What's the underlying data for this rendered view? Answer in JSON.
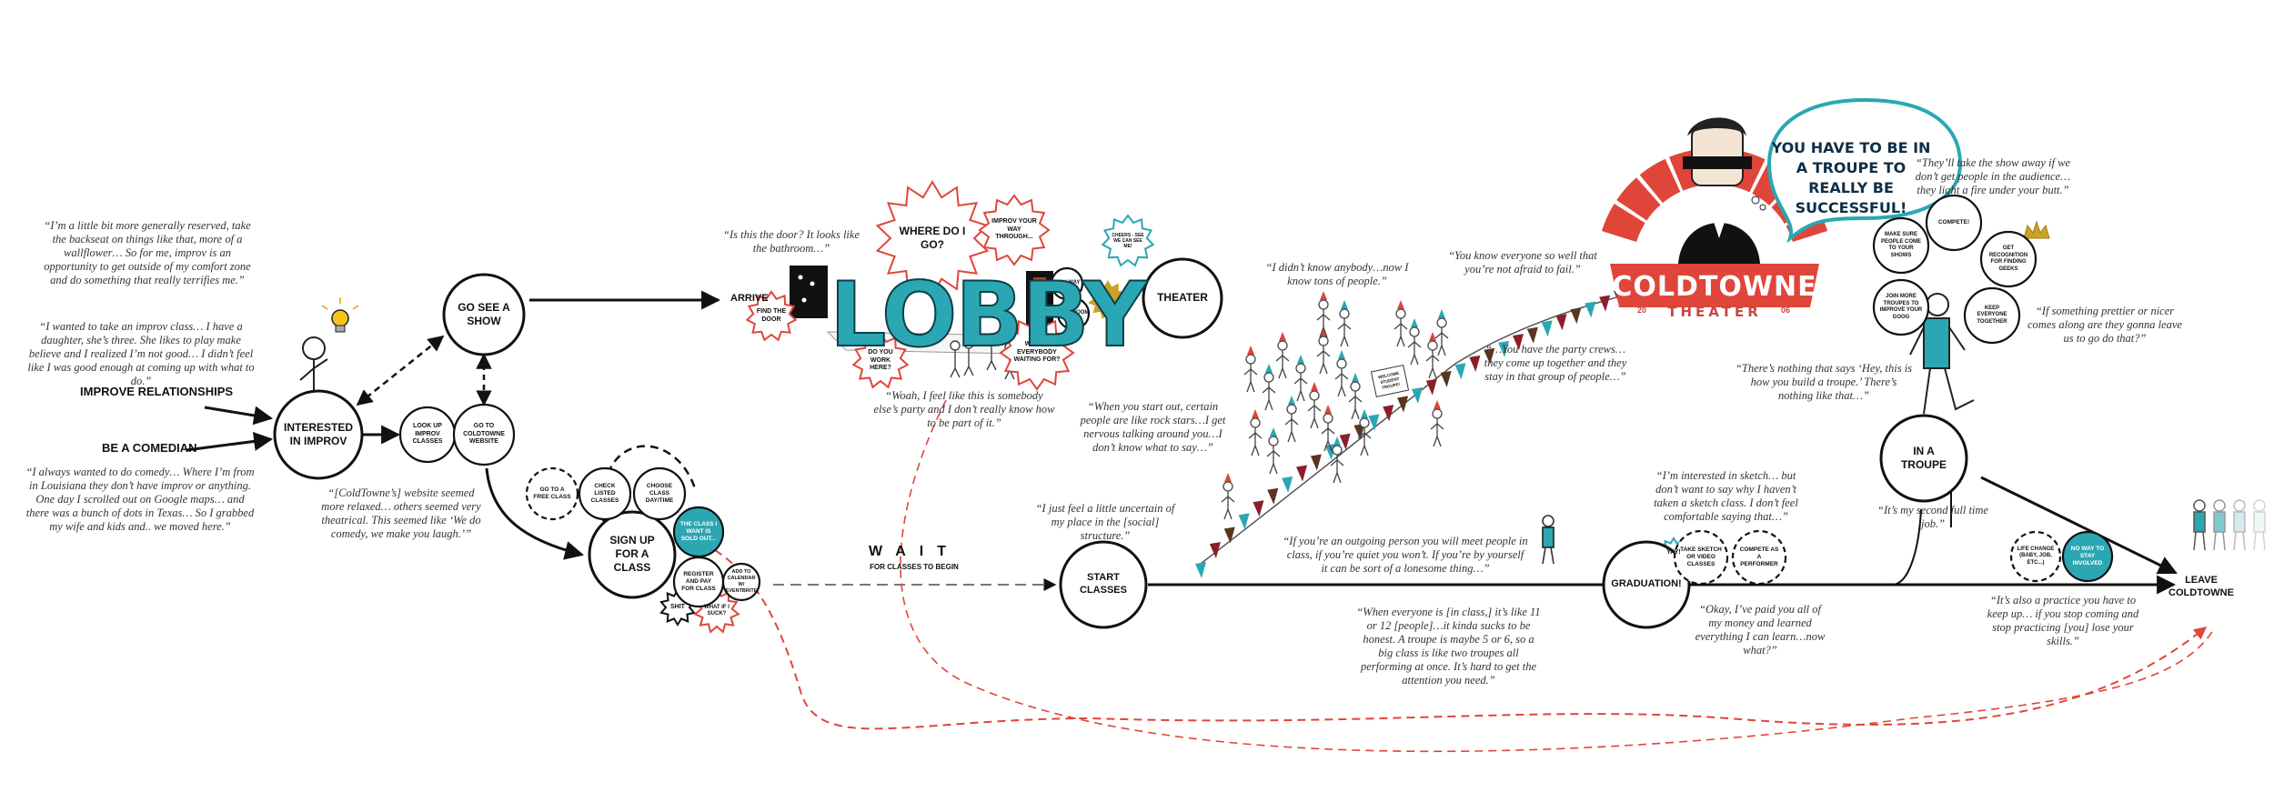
{
  "nodes": {
    "interested_improv": "INTERESTED IN IMPROV",
    "go_see_show": "GO SEE A SHOW",
    "look_up_classes": "LOOK UP IMPROV CLASSES",
    "go_website": "GO TO COLDTOWNE WEBSITE",
    "sign_up": "SIGN UP FOR A CLASS",
    "free_class": "GO TO A FREE CLASS",
    "check_classes": "CHECK LISTED CLASSES",
    "choose_class": "CHOOSE CLASS DAY/TIME",
    "sold_out": "THE CLASS I WANT IS SOLD OUT...",
    "register_pay": "REGISTER AND PAY FOR CLASS",
    "add_calendar": "ADD TO CALENDAR W/ EVENTBRITE",
    "arrive": "ARRIVE",
    "find_door": "FIND THE DOOR",
    "where_go": "WHERE DO I GO?",
    "improv_way": "IMPROV YOUR WAY THROUGH...",
    "do_you_work": "DO YOU WORK HERE?",
    "whats_everybody": "WHAT'S EVERYBODY WAITING FOR?",
    "hallway": "HALLWAY",
    "bathroom": "BATHROOM",
    "cheers": "CHEERS - SEE WE CAN SEE ME!",
    "theater": "THEATER",
    "start_classes": "START CLASSES",
    "graduation": "GRADUATION!",
    "yay": "YAY!",
    "take_sketch": "TAKE SKETCH OR VIDEO CLASSES",
    "compete": "COMPETE AS A PERFORMER",
    "in_troupe": "IN A TROUPE",
    "make_sure": "MAKE SURE PEOPLE COME TO YOUR SHOWS",
    "compete2": "COMPETE!",
    "get_recognition": "GET RECOGNITION FOR FINDING GEEKS",
    "join_more": "JOIN MORE TROUPES TO IMPROVE YOUR GOOG",
    "keep_everyone": "KEEP EVERYONE TOGETHER",
    "life_change": "LIFE CHANGE (BABY, JOB, ETC...)",
    "no_way": "NO WAY TO STAY INVOLVED",
    "leave": "LEAVE COLDTOWNE",
    "shit": "SHIT",
    "what_if_suck": "WHAT IF I SUCK?",
    "welcome_troupe": "WELCOME STUDENT TROUPE!"
  },
  "labels": {
    "improve_relationships": "IMPROVE RELATIONSHIPS",
    "be_comedian": "BE A COMEDIAN",
    "lobby": "LOBBY",
    "wait": "WAIT",
    "wait_sub": "FOR CLASSES TO BEGIN",
    "coldtowne": "COLDTOWNE",
    "theater_word": "THEATER",
    "est_left": "20",
    "est_right": "06",
    "troupe_speech": "YOU HAVE TO BE IN A TROUPE TO REALLY BE SUCCESSFUL!"
  },
  "quotes": {
    "reserved": "“I’m a little bit more generally reserved, take the backseat on things like that, more of a wallflower… So for me, improv is an opportunity to get outside of my comfort zone and do something that really terrifies me.”",
    "daughter": "“I wanted to take an improv class… I have a daughter, she’s three. She likes to play make believe and I realized I’m not good… I didn’t feel like I was good enough at coming up with what to do.”",
    "louisiana": "“I always wanted to do comedy… Where I’m from in Louisiana they don’t have improv or anything. One day I scrolled out on Google maps… and there was a bunch of dots in Texas… So I grabbed my wife and kids and.. we moved here.”",
    "website": "“[ColdTowne’s] website seemed more relaxed… others seemed very theatrical. This seemed like ‘We do comedy, we make you laugh.’”",
    "door": "“Is this the door? It looks like the bathroom…”",
    "party": "“Woah, I feel like this is somebody else’s party and I don’t really know how to be part of it.”",
    "didnt_know": "“I didn’t know anybody…now I know tons of people.”",
    "know_well": "“You know everyone so well that you’re not afraid to fail.”",
    "party_crews": "“…You have the party crews…they come up together and they stay in that group of people…”",
    "rock_stars": "“When you start out, certain people are like rock stars…I get nervous talking around you…I don’t know what to say…”",
    "uncertain": "“I just feel a little uncertain of my place in the [social] structure.”",
    "outgoing": "“If you’re an outgoing person you will meet people in class, if you’re quiet you won’t. If you’re by yourself it can be sort of a lonesome thing…”",
    "class_size": "“When everyone is [in class,] it’s like 11 or 12 [people]…it kinda sucks to be honest. A troupe is maybe 5 or 6, so a big class is like two troupes all performing at once. It’s hard to get the attention you need.”",
    "sketch": "“I’m interested in sketch… but don’t want to say why I haven’t taken a sketch class. I don’t feel comfortable saying that…”",
    "paid": "“Okay, I’ve paid you all of my money and learned everything I can learn…now what?”",
    "take_show": "“They’ll take the show away if we don’t get people in the audience… they light a fire under your butt.”",
    "prettier": "“If something prettier or nicer comes along are they gonna leave us to go do that?”",
    "nothing_like": "“There’s nothing that says ‘Hey, this is how you build a troupe.’ There’s nothing like that…”",
    "second_job": "“It’s my second full time job.”",
    "practice": "“It’s also a practice you have to keep up… if you stop coming and stop practicing [you] lose your skills.”"
  },
  "colors": {
    "teal": "#2aa7b3",
    "red": "#e0453a",
    "dark": "#111111",
    "navy": "#0e2e47",
    "gold": "#c9a227"
  }
}
